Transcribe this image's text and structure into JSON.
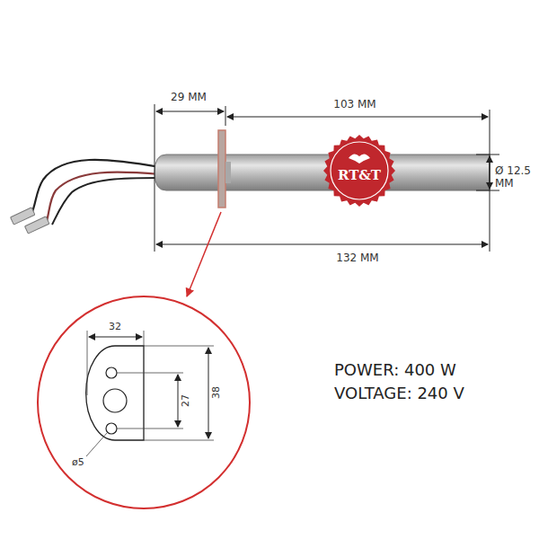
{
  "diagram": {
    "labels": [
      "29 MM",
      "103 MM",
      "Ø 12.5 MM",
      "132 MM",
      "RT&T",
      "32",
      "27",
      "38",
      "ø5",
      "POWER: 400 W",
      "VOLTAGE: 240 V"
    ]
  }
}
